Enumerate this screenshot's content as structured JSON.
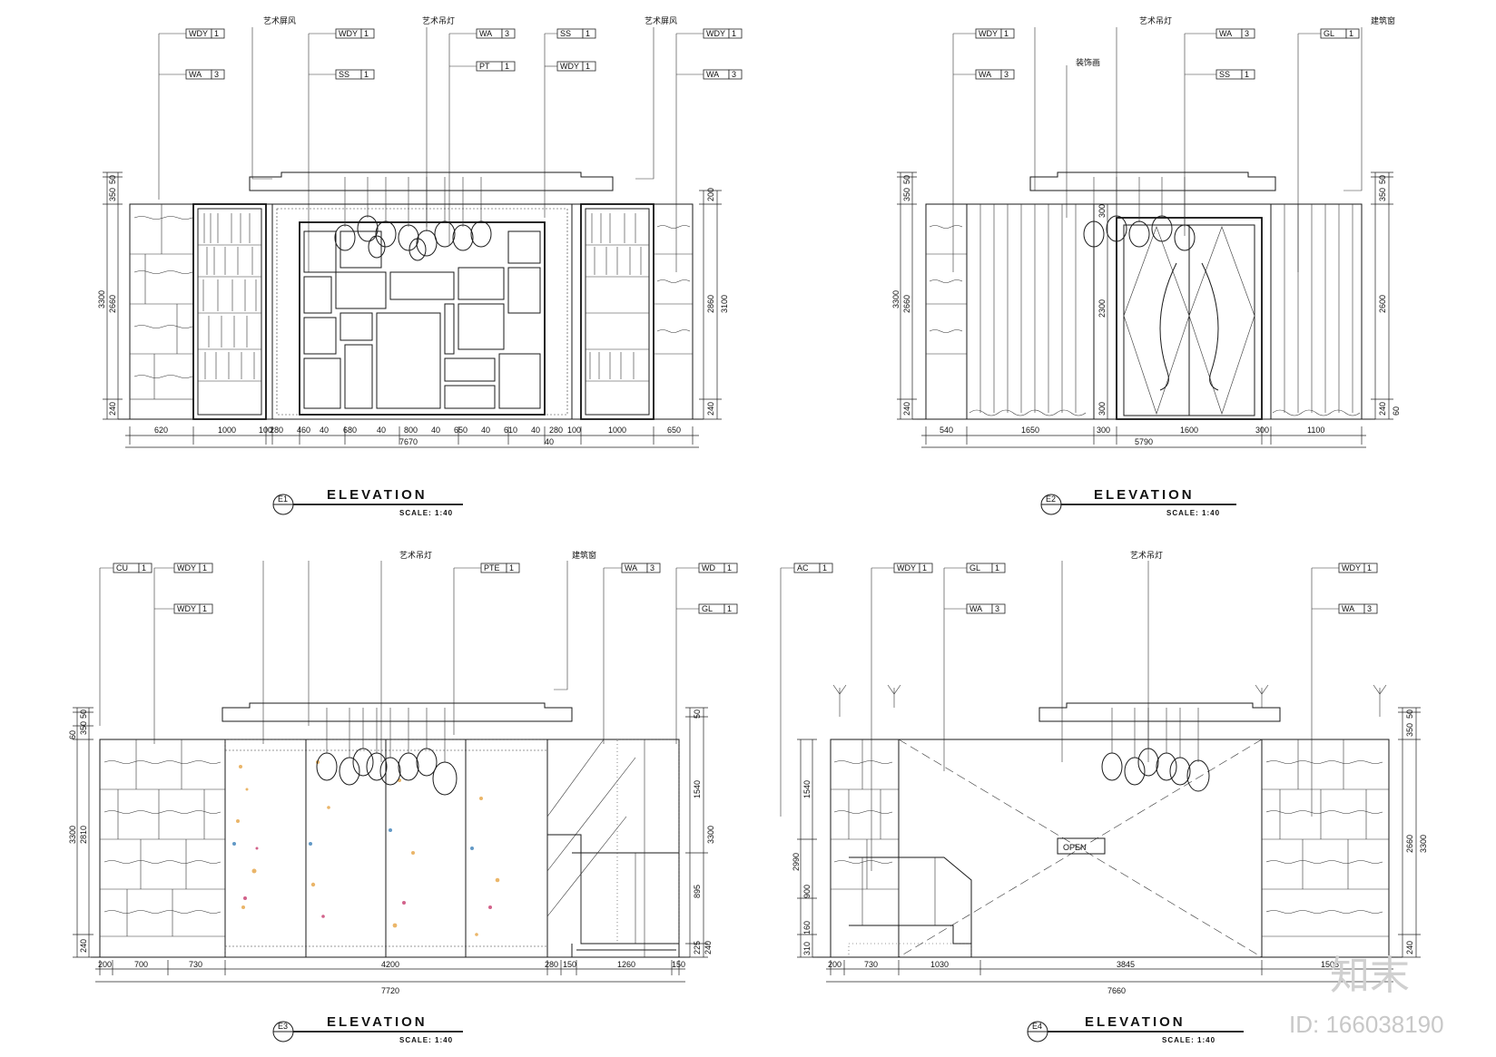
{
  "drawings": [
    {
      "id": "E1",
      "title": "ELEVATION",
      "scale": "SCALE: 1:40",
      "tags": [
        {
          "code": "WDY",
          "num": "1"
        },
        {
          "code": "WA",
          "num": "3"
        },
        {
          "code": "WDY",
          "num": "1"
        },
        {
          "code": "SS",
          "num": "1"
        },
        {
          "code": "WA",
          "num": "3"
        },
        {
          "code": "PT",
          "num": "1"
        },
        {
          "code": "SS",
          "num": "1"
        },
        {
          "code": "WDY",
          "num": "1"
        },
        {
          "code": "WDY",
          "num": "1"
        },
        {
          "code": "WA",
          "num": "3"
        }
      ],
      "callouts": [
        "艺术屏风",
        "艺术吊灯",
        "艺术屏风"
      ],
      "bottom_dims": [
        "620",
        "1000",
        "100",
        "280",
        "460",
        "40",
        "680",
        "40",
        "800",
        "40",
        "650",
        "40",
        "610",
        "40",
        "280",
        "100",
        "1000",
        "650"
      ],
      "total": "7670",
      "total2": "40",
      "left_dims": [
        "50",
        "350",
        "2660",
        "240"
      ],
      "left_total": "3300",
      "right_dims": [
        "200",
        "2860",
        "240"
      ],
      "right_total": "3100"
    },
    {
      "id": "E2",
      "title": "ELEVATION",
      "scale": "SCALE: 1:40",
      "tags": [
        {
          "code": "WDY",
          "num": "1"
        },
        {
          "code": "WA",
          "num": "3"
        },
        {
          "code": "WA",
          "num": "3"
        },
        {
          "code": "SS",
          "num": "1"
        },
        {
          "code": "GL",
          "num": "1"
        }
      ],
      "callouts": [
        "艺术吊灯",
        "装饰画",
        "建筑窗"
      ],
      "bottom_dims": [
        "540",
        "1650",
        "300",
        "1600",
        "300",
        "1100"
      ],
      "total": "5790",
      "inner_dims": [
        "300",
        "2300",
        "300"
      ],
      "left_dims": [
        "50",
        "350",
        "2660",
        "240"
      ],
      "left_total": "3300",
      "right_dims": [
        "50",
        "350",
        "2600",
        "240",
        "60"
      ]
    },
    {
      "id": "E3",
      "title": "ELEVATION",
      "scale": "SCALE: 1:40",
      "tags": [
        {
          "code": "CU",
          "num": "1"
        },
        {
          "code": "WDY",
          "num": "1"
        },
        {
          "code": "WDY",
          "num": "1"
        },
        {
          "code": "PTE",
          "num": "1"
        },
        {
          "code": "WA",
          "num": "3"
        },
        {
          "code": "WD",
          "num": "1"
        },
        {
          "code": "GL",
          "num": "1"
        }
      ],
      "callouts": [
        "艺术吊灯",
        "建筑窗"
      ],
      "bottom_dims": [
        "200",
        "700",
        "730",
        "4200",
        "280",
        "150",
        "1260",
        "150"
      ],
      "total": "7720",
      "left_dims": [
        "50",
        "350",
        "60",
        "2810",
        "240"
      ],
      "left_total": "3300",
      "right_dims": [
        "50",
        "1540",
        "895",
        "225",
        "240"
      ],
      "right_total": "3300"
    },
    {
      "id": "E4",
      "title": "ELEVATION",
      "scale": "SCALE: 1:40",
      "tags": [
        {
          "code": "AC",
          "num": "1"
        },
        {
          "code": "WDY",
          "num": "1"
        },
        {
          "code": "GL",
          "num": "1"
        },
        {
          "code": "WA",
          "num": "3"
        },
        {
          "code": "WDY",
          "num": "1"
        },
        {
          "code": "WA",
          "num": "3"
        }
      ],
      "callouts": [
        "艺术吊灯"
      ],
      "sign": "OPEN",
      "bottom_dims": [
        "200",
        "730",
        "1030",
        "3845",
        "1505"
      ],
      "total": "7660",
      "left_dims": [
        "1540",
        "2990",
        "900",
        "160",
        "310"
      ],
      "right_dims": [
        "50",
        "350",
        "2660",
        "240"
      ],
      "right_total": "3300"
    }
  ],
  "watermark": {
    "logo": "知末",
    "id_text": "ID: 166038190"
  }
}
